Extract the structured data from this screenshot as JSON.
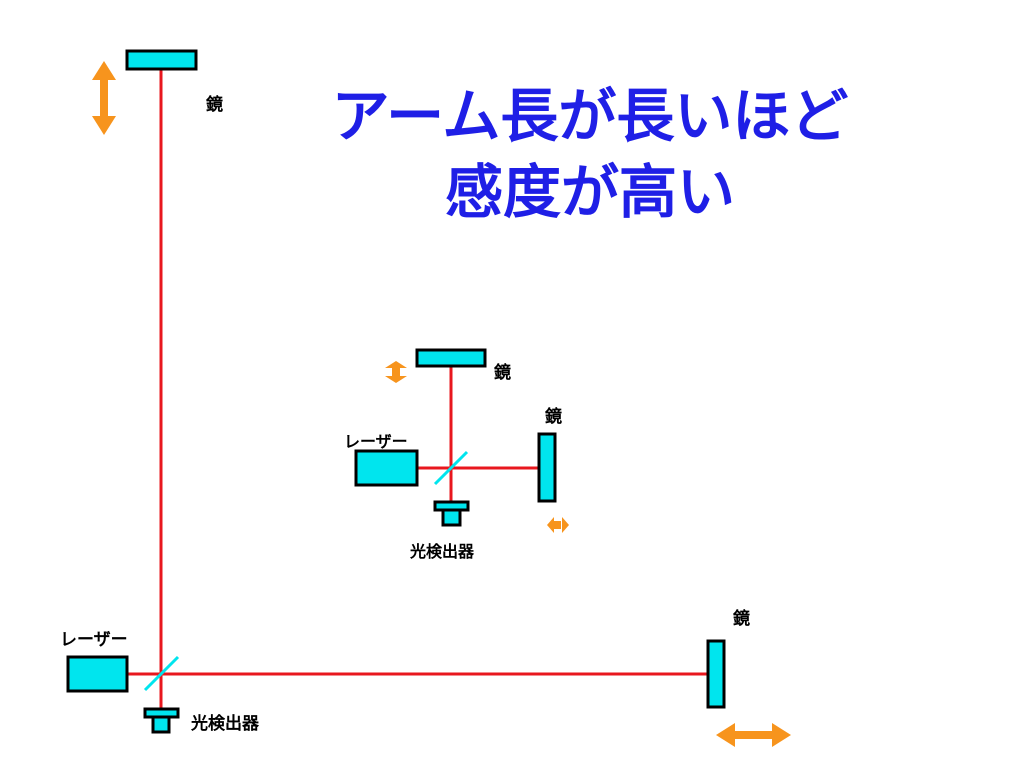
{
  "title": {
    "line1": "アーム長が長いほど",
    "line2": "感度が高い"
  },
  "labels": {
    "mirror": "鏡",
    "laser": "レーザー",
    "detector": "光検出器"
  },
  "colors": {
    "beam": "#e8171e",
    "optic_fill": "#00e5ee",
    "optic_stroke": "#000000",
    "arrow": "#f7941d",
    "title": "#1f1fe6"
  },
  "icons": [
    "mirror-icon",
    "laser-icon",
    "beam-splitter-icon",
    "photodetector-icon",
    "double-arrow-icon"
  ]
}
